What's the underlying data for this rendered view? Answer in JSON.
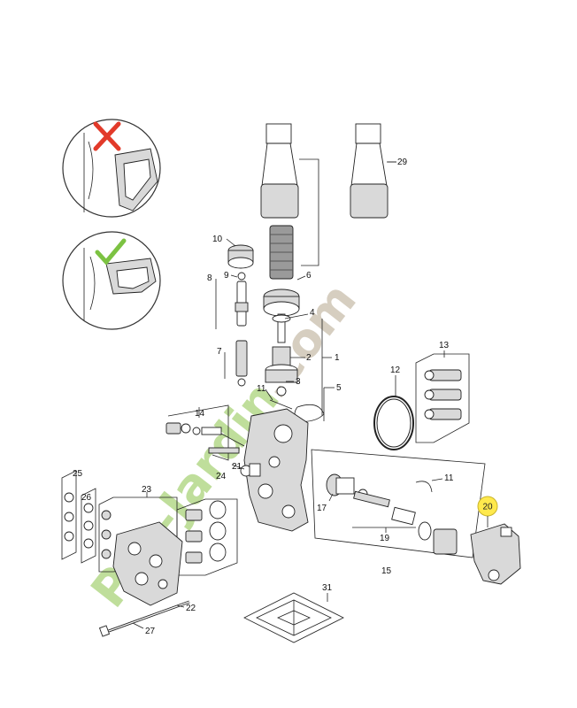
{
  "watermark": {
    "text": "Pro-Jardin.com",
    "color_green": "#b5d98a",
    "color_grey": "#cfc6b6"
  },
  "badges": {
    "wrong": "cross-icon",
    "right": "check-icon",
    "wrong_color": "#e23a2a",
    "right_color": "#7cc242"
  },
  "highlight": {
    "label": "20",
    "color": "#ffe94d"
  },
  "labels": [
    "29",
    "10",
    "6",
    "9",
    "8",
    "4",
    "7",
    "2",
    "1",
    "3",
    "5",
    "11",
    "13",
    "12",
    "14",
    "21",
    "11",
    "25",
    "26",
    "23",
    "24",
    "17",
    "19",
    "15",
    "22",
    "27",
    "31"
  ]
}
